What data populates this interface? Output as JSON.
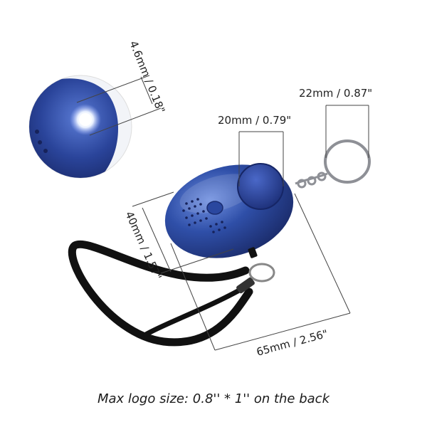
{
  "dimensions": {
    "led_window": "4.6mm / 0.18\"",
    "keyring": "22mm / 0.87\"",
    "button": "20mm / 0.79\"",
    "height": "40mm / 1.57\"",
    "length": "65mm / 2.56\""
  },
  "caption": "Max logo size: 0.8'' * 1'' on the back",
  "colors": {
    "body_blue": "#2f4fa8",
    "body_dark": "#1b2d6e",
    "strap": "#111111",
    "line": "#444444"
  }
}
